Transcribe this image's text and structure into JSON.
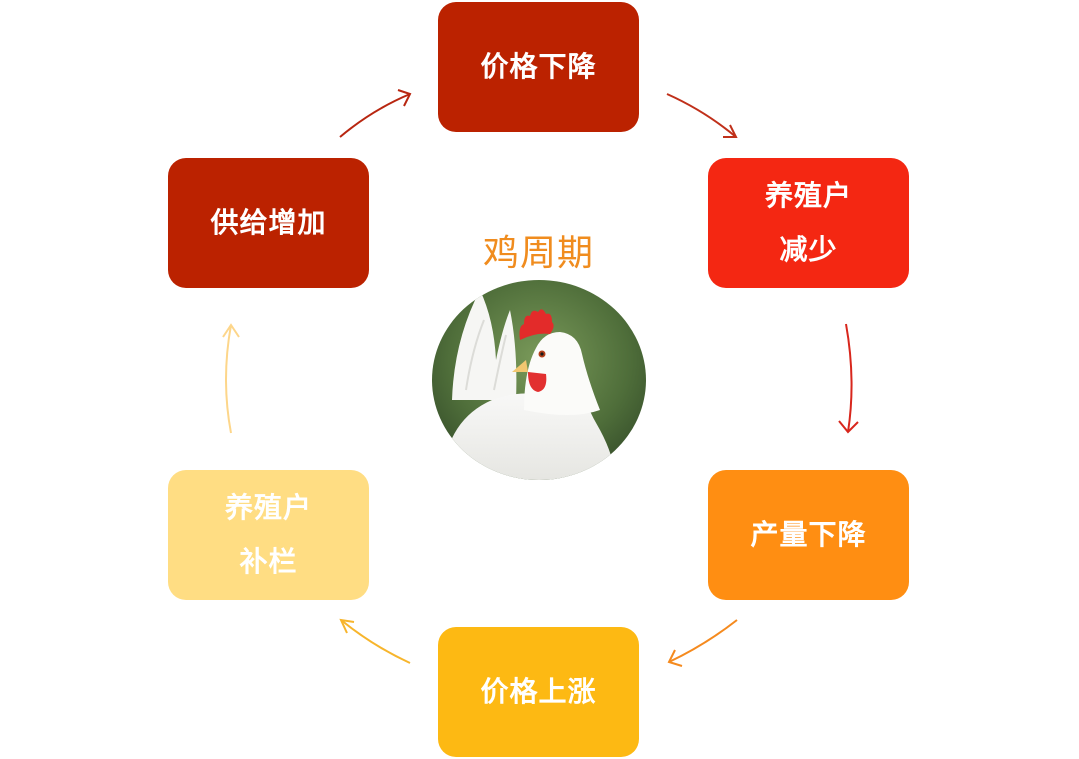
{
  "title": "鸡周期",
  "colors": {
    "title": "#F08C1E",
    "box_top": "#BB2200",
    "box_right": "#F42712",
    "box_br": "#FF8E12",
    "box_bottom": "#FDB913",
    "box_bl": "#FFDD83",
    "box_left": "#BB2200",
    "arrow_top_right": "#C0301A",
    "arrow_right_down": "#D8261C",
    "arrow_bottom": "#F58A1E",
    "arrow_bottom_left": "#F7B52C",
    "arrow_left_up": "#FDD68A",
    "arrow_left_top": "#B82610"
  },
  "cycle": [
    {
      "id": "top",
      "lines": [
        "价格下降"
      ]
    },
    {
      "id": "right",
      "lines": [
        "养殖户",
        "减少"
      ]
    },
    {
      "id": "br",
      "lines": [
        "产量下降"
      ]
    },
    {
      "id": "bottom",
      "lines": [
        "价格上涨"
      ]
    },
    {
      "id": "bl",
      "lines": [
        "养殖户",
        "补栏"
      ]
    },
    {
      "id": "left",
      "lines": [
        "供给增加"
      ]
    }
  ],
  "image": {
    "subject": "white-chicken-photo"
  }
}
